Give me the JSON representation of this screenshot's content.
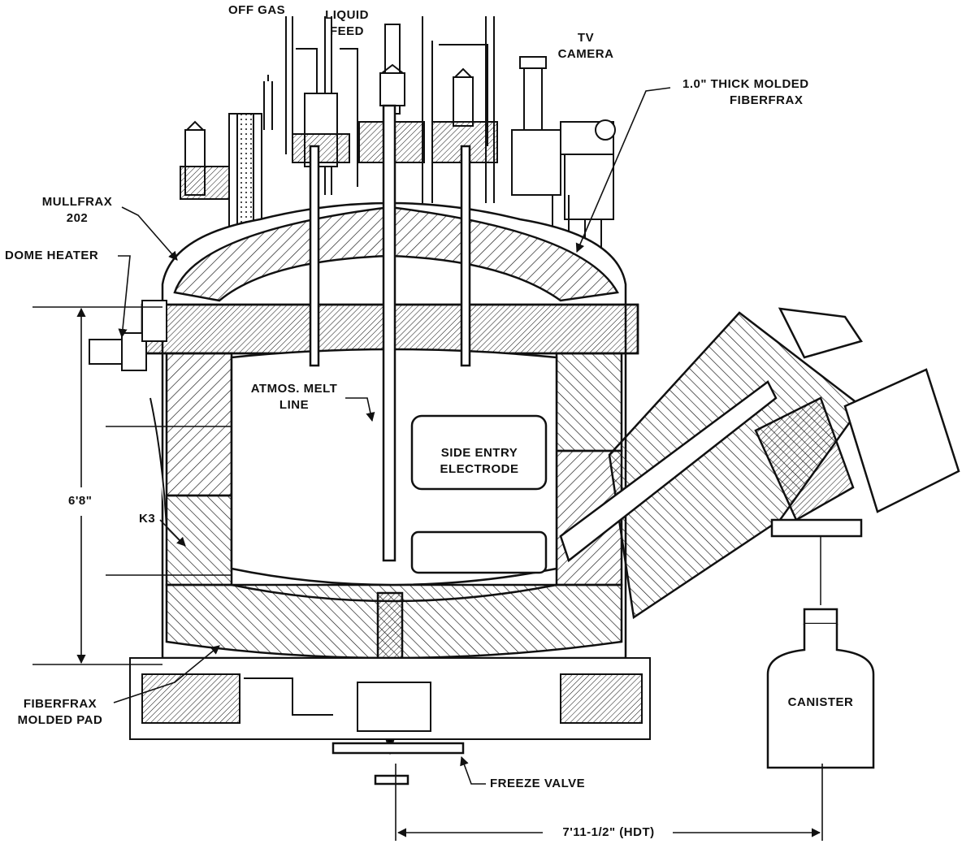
{
  "labels": {
    "off_gas": "OFF GAS",
    "liquid_feed_1": "LIQUID",
    "liquid_feed_2": "FEED",
    "tv_camera_1": "TV",
    "tv_camera_2": "CAMERA",
    "fiberfrax_thick_1": "1.0\" THICK MOLDED",
    "fiberfrax_thick_2": "FIBERFRAX",
    "mullfrax_1": "MULLFRAX",
    "mullfrax_2": "202",
    "dome_heater": "DOME HEATER",
    "melt_line_1": "ATMOS. MELT",
    "melt_line_2": "LINE",
    "side_electrode_1": "SIDE ENTRY",
    "side_electrode_2": "ELECTRODE",
    "height_dim": "6'8\"",
    "k3": "K3",
    "pad_1": "FIBERFRAX",
    "pad_2": "MOLDED PAD",
    "canister": "CANISTER",
    "freeze_valve": "FREEZE VALVE",
    "width_dim": "7'11-1/2\" (HDT)"
  },
  "colors": {
    "ink": "#111111",
    "paper": "#ffffff"
  }
}
